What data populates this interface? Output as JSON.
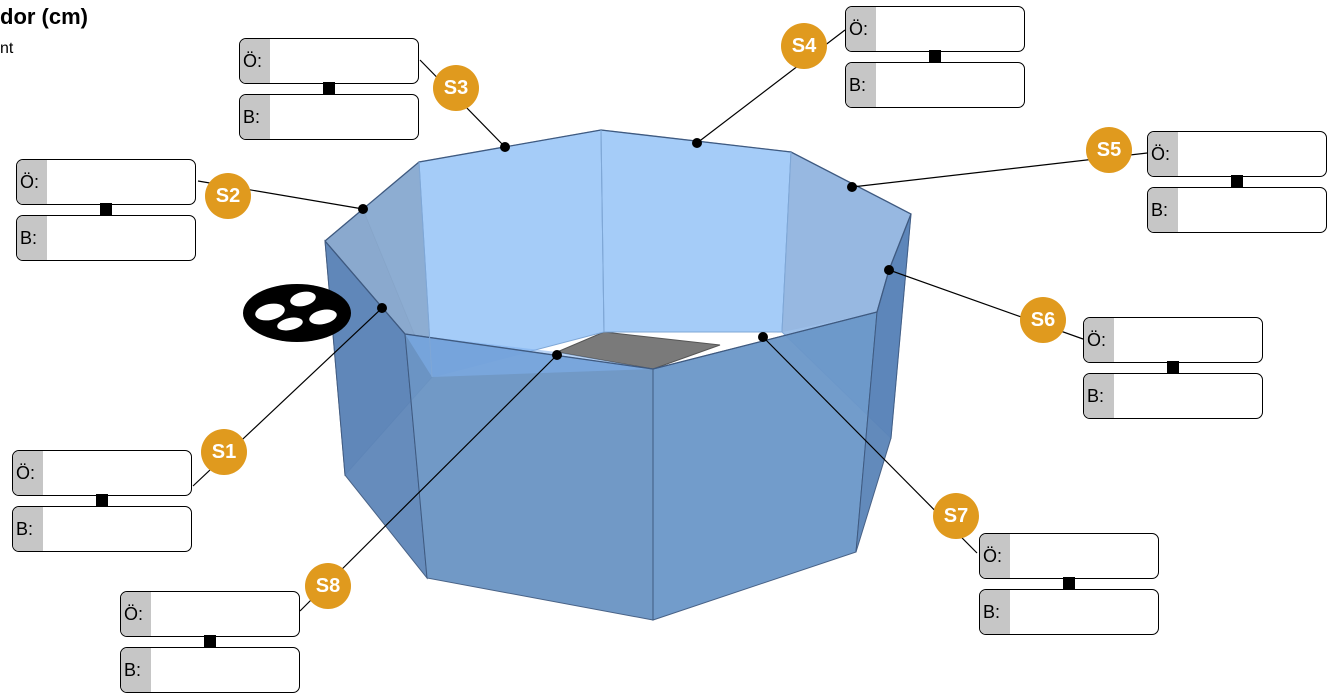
{
  "header": {
    "title": "dor (cm)",
    "subtitle": "nt"
  },
  "labels": {
    "top": "Ö:",
    "bottom": "B:"
  },
  "colors": {
    "badge": "#e09a1e",
    "prism_front": "#6a94c4",
    "prism_inner": "#a3cbf7",
    "prism_floor": "#7a7a7a",
    "field_tag": "#c6c6c6"
  },
  "icons": {
    "orientation": "footprints-icon"
  },
  "sides": [
    {
      "id": "S1",
      "top_value": "",
      "bottom_value": ""
    },
    {
      "id": "S2",
      "top_value": "",
      "bottom_value": ""
    },
    {
      "id": "S3",
      "top_value": "",
      "bottom_value": ""
    },
    {
      "id": "S4",
      "top_value": "",
      "bottom_value": ""
    },
    {
      "id": "S5",
      "top_value": "",
      "bottom_value": ""
    },
    {
      "id": "S6",
      "top_value": "",
      "bottom_value": ""
    },
    {
      "id": "S7",
      "top_value": "",
      "bottom_value": ""
    },
    {
      "id": "S8",
      "top_value": "",
      "bottom_value": ""
    }
  ]
}
